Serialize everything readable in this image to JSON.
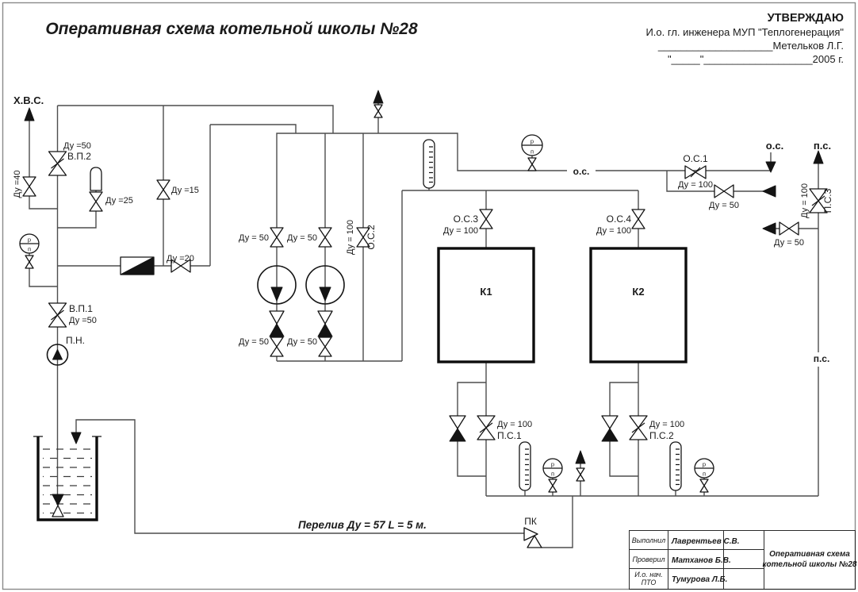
{
  "title": "Оперативная схема котельной школы №28",
  "approval": {
    "stamp_word": "УТВЕРЖДАЮ",
    "position": "И.о. гл. инженера МУП \"Теплогенерация\"",
    "signature_line": "____________________Метельков Л.Г.",
    "date_line": "\"_____\"___________________2005 г."
  },
  "labels": {
    "xvs": "Х.В.С.",
    "du40": "Ду =40",
    "du50_eq": "Ду =50",
    "du25": "Ду =25",
    "du15": "Ду =15",
    "du20": "Ду =20",
    "du50": "Ду = 50",
    "du100": "Ду = 100",
    "vp1": "В.П.1",
    "vp2": "В.П.2",
    "pn": "П.Н.",
    "os1": "О.С.1",
    "os2": "О.С.2",
    "os3": "О.С.3",
    "os4": "О.С.4",
    "ps1": "П.С.1",
    "ps2": "П.С.2",
    "ps3": "П.С.3",
    "os_lower": "о.с.",
    "ps_lower": "п.с.",
    "k1": "К1",
    "k2": "К2",
    "pk": "ПК",
    "pereliv": "Перелив Ду = 57 L = 5 м."
  },
  "gauge": {
    "top": "р",
    "bottom": "п"
  },
  "stamp": {
    "r1_role": "Выполнил",
    "r1_name": "Лаврентьев С.В.",
    "r2_role": "Проверил",
    "r2_name": "Матханов Б.В.",
    "r3_role_line1": "И.о. нач.",
    "r3_role_line2": "ПТО",
    "r3_name": "Тумурова Л.Б.",
    "doc_line1": "Оперативная схема",
    "doc_line2": "котельной  школы №28"
  }
}
